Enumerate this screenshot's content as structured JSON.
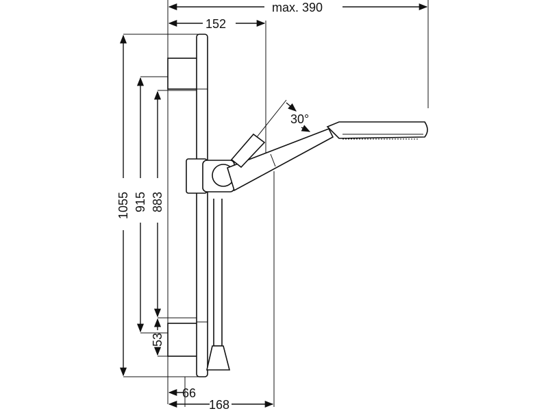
{
  "dimensions": {
    "max_width": "max. 390",
    "rail_offset": "152",
    "total_height": "1055",
    "mid_height": "915",
    "inner_height": "883",
    "bracket_height": "53",
    "wall_offset": "66",
    "depth": "168",
    "angle": "30°"
  }
}
